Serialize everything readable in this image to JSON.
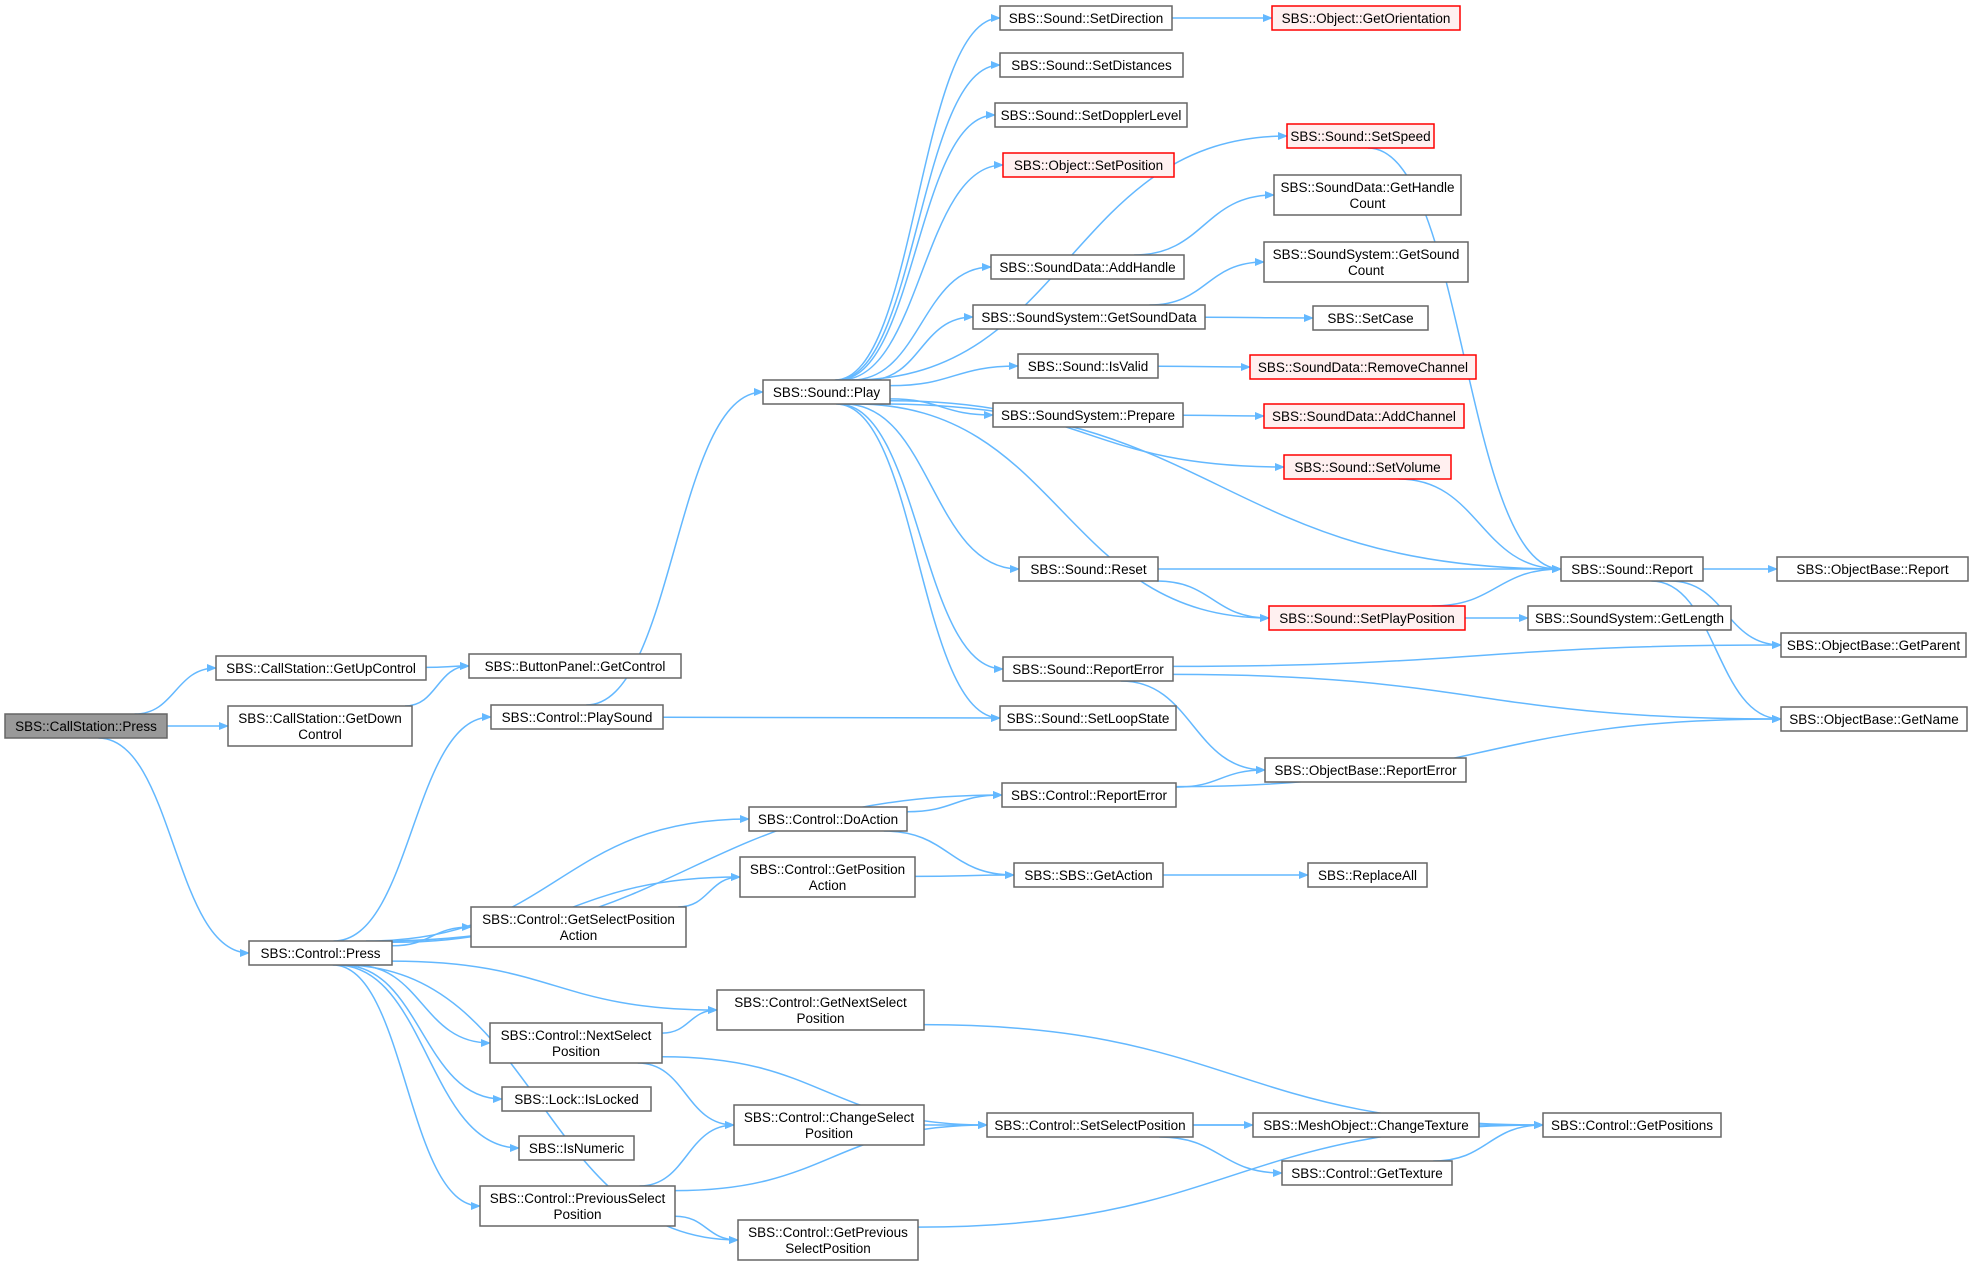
{
  "colors": {
    "edge": "#63b8ff",
    "node_border": "#666666",
    "node_fill": "#ffffff",
    "missing_border": "#ff0000",
    "missing_fill": "#fff0f0",
    "root_fill": "#999999",
    "root_border": "#666666"
  },
  "nodes": [
    {
      "id": "press_cs",
      "lines": [
        "SBS::CallStation::Press"
      ],
      "style": "root"
    },
    {
      "id": "getup",
      "lines": [
        "SBS::CallStation::GetUpControl"
      ],
      "style": "normal"
    },
    {
      "id": "getdown",
      "lines": [
        "SBS::CallStation::GetDown",
        "Control"
      ],
      "style": "normal"
    },
    {
      "id": "bp_getcontrol",
      "lines": [
        "SBS::ButtonPanel::GetControl"
      ],
      "style": "normal"
    },
    {
      "id": "ctrl_press",
      "lines": [
        "SBS::Control::Press"
      ],
      "style": "normal"
    },
    {
      "id": "ctrl_playsound",
      "lines": [
        "SBS::Control::PlaySound"
      ],
      "style": "normal"
    },
    {
      "id": "sound_play",
      "lines": [
        "SBS::Sound::Play"
      ],
      "style": "normal"
    },
    {
      "id": "setdirection",
      "lines": [
        "SBS::Sound::SetDirection"
      ],
      "style": "normal"
    },
    {
      "id": "getorientation",
      "lines": [
        "SBS::Object::GetOrientation"
      ],
      "style": "missing"
    },
    {
      "id": "setdistances",
      "lines": [
        "SBS::Sound::SetDistances"
      ],
      "style": "normal"
    },
    {
      "id": "setdoppler",
      "lines": [
        "SBS::Sound::SetDopplerLevel"
      ],
      "style": "normal"
    },
    {
      "id": "obj_setposition",
      "lines": [
        "SBS::Object::SetPosition"
      ],
      "style": "missing"
    },
    {
      "id": "setspeed",
      "lines": [
        "SBS::Sound::SetSpeed"
      ],
      "style": "missing"
    },
    {
      "id": "gethandlecount",
      "lines": [
        "SBS::SoundData::GetHandle",
        "Count"
      ],
      "style": "normal"
    },
    {
      "id": "addhandle",
      "lines": [
        "SBS::SoundData::AddHandle"
      ],
      "style": "normal"
    },
    {
      "id": "getsoundcount",
      "lines": [
        "SBS::SoundSystem::GetSound",
        "Count"
      ],
      "style": "normal"
    },
    {
      "id": "getsounddata",
      "lines": [
        "SBS::SoundSystem::GetSoundData"
      ],
      "style": "normal"
    },
    {
      "id": "setcase",
      "lines": [
        "SBS::SetCase"
      ],
      "style": "normal"
    },
    {
      "id": "isvalid",
      "lines": [
        "SBS::Sound::IsValid"
      ],
      "style": "normal"
    },
    {
      "id": "removechannel",
      "lines": [
        "SBS::SoundData::RemoveChannel"
      ],
      "style": "missing"
    },
    {
      "id": "prepare",
      "lines": [
        "SBS::SoundSystem::Prepare"
      ],
      "style": "normal"
    },
    {
      "id": "addchannel",
      "lines": [
        "SBS::SoundData::AddChannel"
      ],
      "style": "missing"
    },
    {
      "id": "setvolume",
      "lines": [
        "SBS::Sound::SetVolume"
      ],
      "style": "missing"
    },
    {
      "id": "sound_report",
      "lines": [
        "SBS::Sound::Report"
      ],
      "style": "normal"
    },
    {
      "id": "ob_report",
      "lines": [
        "SBS::ObjectBase::Report"
      ],
      "style": "normal"
    },
    {
      "id": "reset",
      "lines": [
        "SBS::Sound::Reset"
      ],
      "style": "normal"
    },
    {
      "id": "setplayposition",
      "lines": [
        "SBS::Sound::SetPlayPosition"
      ],
      "style": "missing"
    },
    {
      "id": "getlength",
      "lines": [
        "SBS::SoundSystem::GetLength"
      ],
      "style": "normal"
    },
    {
      "id": "ob_getparent",
      "lines": [
        "SBS::ObjectBase::GetParent"
      ],
      "style": "normal"
    },
    {
      "id": "sound_reporterror",
      "lines": [
        "SBS::Sound::ReportError"
      ],
      "style": "normal"
    },
    {
      "id": "setloopstate",
      "lines": [
        "SBS::Sound::SetLoopState"
      ],
      "style": "normal"
    },
    {
      "id": "ob_getname",
      "lines": [
        "SBS::ObjectBase::GetName"
      ],
      "style": "normal"
    },
    {
      "id": "ob_reporterror",
      "lines": [
        "SBS::ObjectBase::ReportError"
      ],
      "style": "normal"
    },
    {
      "id": "ctrl_reporterror",
      "lines": [
        "SBS::Control::ReportError"
      ],
      "style": "normal"
    },
    {
      "id": "doaction",
      "lines": [
        "SBS::Control::DoAction"
      ],
      "style": "normal"
    },
    {
      "id": "getpositionaction",
      "lines": [
        "SBS::Control::GetPosition",
        "Action"
      ],
      "style": "normal"
    },
    {
      "id": "getaction",
      "lines": [
        "SBS::SBS::GetAction"
      ],
      "style": "normal"
    },
    {
      "id": "replaceall",
      "lines": [
        "SBS::ReplaceAll"
      ],
      "style": "normal"
    },
    {
      "id": "getselectpositionaction",
      "lines": [
        "SBS::Control::GetSelectPosition",
        "Action"
      ],
      "style": "normal"
    },
    {
      "id": "getnextselectposition",
      "lines": [
        "SBS::Control::GetNextSelect",
        "Position"
      ],
      "style": "normal"
    },
    {
      "id": "nextselectposition",
      "lines": [
        "SBS::Control::NextSelect",
        "Position"
      ],
      "style": "normal"
    },
    {
      "id": "islocked",
      "lines": [
        "SBS::Lock::IsLocked"
      ],
      "style": "normal"
    },
    {
      "id": "changeselectposition",
      "lines": [
        "SBS::Control::ChangeSelect",
        "Position"
      ],
      "style": "normal"
    },
    {
      "id": "setselectposition",
      "lines": [
        "SBS::Control::SetSelectPosition"
      ],
      "style": "normal"
    },
    {
      "id": "changetexture",
      "lines": [
        "SBS::MeshObject::ChangeTexture"
      ],
      "style": "normal"
    },
    {
      "id": "getpositions",
      "lines": [
        "SBS::Control::GetPositions"
      ],
      "style": "normal"
    },
    {
      "id": "isnumeric",
      "lines": [
        "SBS::IsNumeric"
      ],
      "style": "normal"
    },
    {
      "id": "gettexture",
      "lines": [
        "SBS::Control::GetTexture"
      ],
      "style": "normal"
    },
    {
      "id": "previousselectposition",
      "lines": [
        "SBS::Control::PreviousSelect",
        "Position"
      ],
      "style": "normal"
    },
    {
      "id": "getpreviousselectposition",
      "lines": [
        "SBS::Control::GetPrevious",
        "SelectPosition"
      ],
      "style": "normal"
    }
  ],
  "edges": [
    [
      "press_cs",
      "getup"
    ],
    [
      "press_cs",
      "getdown"
    ],
    [
      "press_cs",
      "ctrl_press"
    ],
    [
      "getup",
      "bp_getcontrol"
    ],
    [
      "getdown",
      "bp_getcontrol"
    ],
    [
      "ctrl_press",
      "ctrl_playsound"
    ],
    [
      "ctrl_press",
      "ctrl_reporterror"
    ],
    [
      "ctrl_press",
      "doaction"
    ],
    [
      "ctrl_press",
      "getpositionaction"
    ],
    [
      "ctrl_press",
      "getselectpositionaction"
    ],
    [
      "ctrl_press",
      "getnextselectposition"
    ],
    [
      "ctrl_press",
      "nextselectposition"
    ],
    [
      "ctrl_press",
      "islocked"
    ],
    [
      "ctrl_press",
      "isnumeric"
    ],
    [
      "ctrl_press",
      "previousselectposition"
    ],
    [
      "ctrl_press",
      "getpreviousselectposition"
    ],
    [
      "ctrl_playsound",
      "sound_play"
    ],
    [
      "ctrl_playsound",
      "setloopstate"
    ],
    [
      "sound_play",
      "setdirection"
    ],
    [
      "sound_play",
      "setdistances"
    ],
    [
      "sound_play",
      "setdoppler"
    ],
    [
      "sound_play",
      "obj_setposition"
    ],
    [
      "sound_play",
      "setspeed"
    ],
    [
      "sound_play",
      "addhandle"
    ],
    [
      "sound_play",
      "getsounddata"
    ],
    [
      "sound_play",
      "isvalid"
    ],
    [
      "sound_play",
      "prepare"
    ],
    [
      "sound_play",
      "setvolume"
    ],
    [
      "sound_play",
      "sound_report"
    ],
    [
      "sound_play",
      "reset"
    ],
    [
      "sound_play",
      "setplayposition"
    ],
    [
      "sound_play",
      "sound_reporterror"
    ],
    [
      "sound_play",
      "setloopstate"
    ],
    [
      "setdirection",
      "getorientation"
    ],
    [
      "addhandle",
      "gethandlecount"
    ],
    [
      "getsounddata",
      "getsoundcount"
    ],
    [
      "getsounddata",
      "setcase"
    ],
    [
      "isvalid",
      "removechannel"
    ],
    [
      "prepare",
      "addchannel"
    ],
    [
      "setspeed",
      "sound_report"
    ],
    [
      "setvolume",
      "sound_report"
    ],
    [
      "reset",
      "sound_report"
    ],
    [
      "reset",
      "setplayposition"
    ],
    [
      "setplayposition",
      "sound_report"
    ],
    [
      "setplayposition",
      "getlength"
    ],
    [
      "sound_report",
      "ob_report"
    ],
    [
      "sound_report",
      "ob_getparent"
    ],
    [
      "sound_report",
      "ob_getname"
    ],
    [
      "sound_reporterror",
      "ob_getparent"
    ],
    [
      "sound_reporterror",
      "ob_getname"
    ],
    [
      "sound_reporterror",
      "ob_reporterror"
    ],
    [
      "ctrl_reporterror",
      "ob_reporterror"
    ],
    [
      "ctrl_reporterror",
      "ob_getname"
    ],
    [
      "doaction",
      "ctrl_reporterror"
    ],
    [
      "doaction",
      "getaction"
    ],
    [
      "getpositionaction",
      "getaction"
    ],
    [
      "getaction",
      "replaceall"
    ],
    [
      "getselectpositionaction",
      "getpositionaction"
    ],
    [
      "getnextselectposition",
      "getpositions"
    ],
    [
      "nextselectposition",
      "getnextselectposition"
    ],
    [
      "nextselectposition",
      "changeselectposition"
    ],
    [
      "nextselectposition",
      "setselectposition"
    ],
    [
      "changeselectposition",
      "setselectposition"
    ],
    [
      "setselectposition",
      "changetexture"
    ],
    [
      "setselectposition",
      "getpositions"
    ],
    [
      "setselectposition",
      "gettexture"
    ],
    [
      "gettexture",
      "getpositions"
    ],
    [
      "previousselectposition",
      "changeselectposition"
    ],
    [
      "previousselectposition",
      "setselectposition"
    ],
    [
      "previousselectposition",
      "getpreviousselectposition"
    ],
    [
      "getpreviousselectposition",
      "getpositions"
    ]
  ]
}
